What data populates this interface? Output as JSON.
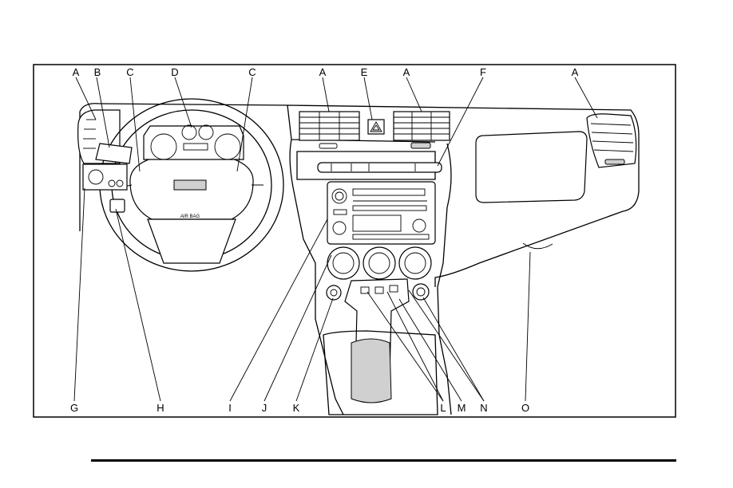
{
  "callouts": [
    "A",
    "B",
    "C",
    "D",
    "C",
    "A",
    "E",
    "A",
    "F",
    "A",
    "G",
    "H",
    "I",
    "J",
    "K",
    "L",
    "M",
    "N",
    "O"
  ],
  "panel_text": {
    "airbag": "AIR BAG"
  },
  "colors": {
    "line": "#000000",
    "fill": "#ffffff",
    "shade": "#d0d0d0"
  }
}
